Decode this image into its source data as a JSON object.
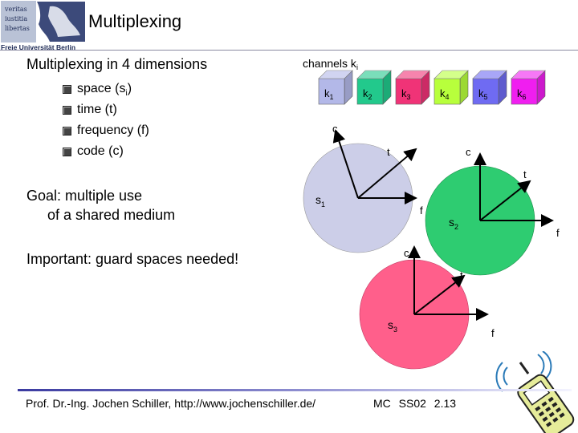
{
  "header": {
    "title": "Multiplexing",
    "logo_lines": [
      "veritas",
      "iustitia",
      "libertas"
    ],
    "logo_caption": "Freie Universität Berlin"
  },
  "subtitle": "Multiplexing in 4 dimensions",
  "bullets": [
    {
      "text": "space (s",
      "sub": "i",
      "close": ")"
    },
    {
      "text": "time (t)"
    },
    {
      "text": "frequency (f)"
    },
    {
      "text": "code (c)"
    }
  ],
  "goal": {
    "line1": "Goal: multiple use",
    "line2": "of a shared medium"
  },
  "important": "Important: guard spaces needed!",
  "diagram": {
    "channels_label": "channels k",
    "channels_sub": "i",
    "channels": [
      {
        "label": "k",
        "sub": "1",
        "color": "#b3b8e8"
      },
      {
        "label": "k",
        "sub": "2",
        "color": "#22c98c"
      },
      {
        "label": "k",
        "sub": "3",
        "color": "#f03377"
      },
      {
        "label": "k",
        "sub": "4",
        "color": "#b8ff3c"
      },
      {
        "label": "k",
        "sub": "5",
        "color": "#6f6bf2"
      },
      {
        "label": "k",
        "sub": "6",
        "color": "#f01ef0"
      }
    ],
    "cells": [
      {
        "name": "s",
        "sub": "1",
        "color": "#cccee8",
        "axes": {
          "c": "c",
          "t": "t",
          "f": "f"
        }
      },
      {
        "name": "s",
        "sub": "2",
        "color": "#2ecc71",
        "axes": {
          "c": "c",
          "t": "t",
          "f": "f"
        }
      },
      {
        "name": "s",
        "sub": "3",
        "color": "#ff5f8b",
        "axes": {
          "c": "c",
          "t": "t",
          "f": "f"
        }
      }
    ]
  },
  "footer": {
    "left": "Prof. Dr.-Ing. Jochen Schiller, http://www.jochenschiller.de/",
    "right": "MC SS02 2.13"
  }
}
